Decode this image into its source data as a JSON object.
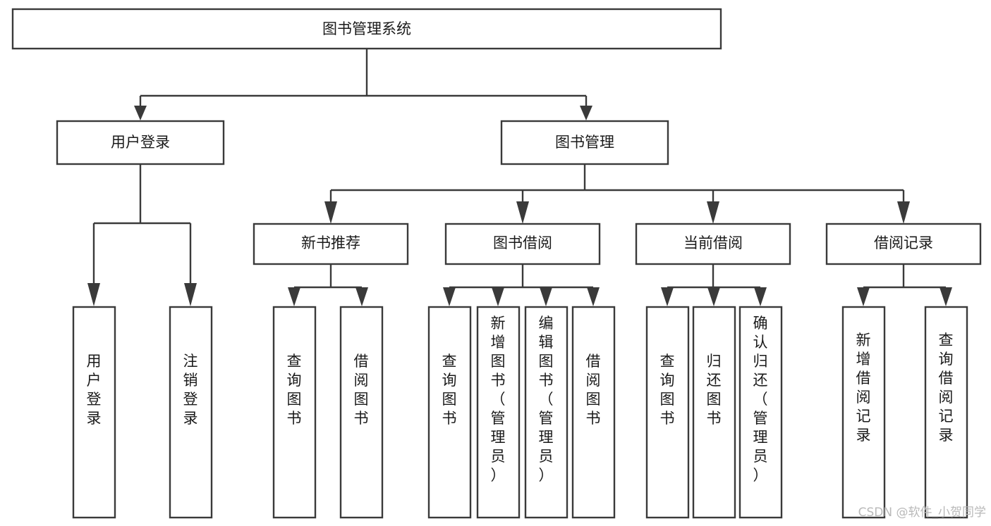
{
  "diagram": {
    "title": "图书管理系统",
    "type": "tree-hierarchy-diagram",
    "colors": {
      "stroke": "#3a3a3a",
      "fill": "#ffffff",
      "text": "#1a1a1a",
      "watermark": "#b9b9b9"
    },
    "root": {
      "label": "图书管理系统"
    },
    "level2": [
      {
        "label": "用户登录"
      },
      {
        "label": "图书管理"
      }
    ],
    "level3": [
      {
        "label": "新书推荐"
      },
      {
        "label": "图书借阅"
      },
      {
        "label": "当前借阅"
      },
      {
        "label": "借阅记录"
      }
    ],
    "leaves": [
      {
        "label": "用户登录",
        "parent": "用户登录"
      },
      {
        "label": "注销登录",
        "parent": "用户登录"
      },
      {
        "label": "查询图书",
        "parent": "新书推荐"
      },
      {
        "label": "借阅图书",
        "parent": "新书推荐"
      },
      {
        "label": "查询图书",
        "parent": "图书借阅"
      },
      {
        "label": "新增图书（管理员）",
        "parent": "图书借阅"
      },
      {
        "label": "编辑图书（管理员）",
        "parent": "图书借阅"
      },
      {
        "label": "借阅图书",
        "parent": "图书借阅"
      },
      {
        "label": "查询图书",
        "parent": "当前借阅"
      },
      {
        "label": "归还图书",
        "parent": "当前借阅"
      },
      {
        "label": "确认归还（管理员）",
        "parent": "当前借阅"
      },
      {
        "label": "新增借阅记录",
        "parent": "借阅记录"
      },
      {
        "label": "查询借阅记录",
        "parent": "借阅记录"
      }
    ]
  },
  "watermark": {
    "text": "CSDN @软件_小贺同学"
  }
}
